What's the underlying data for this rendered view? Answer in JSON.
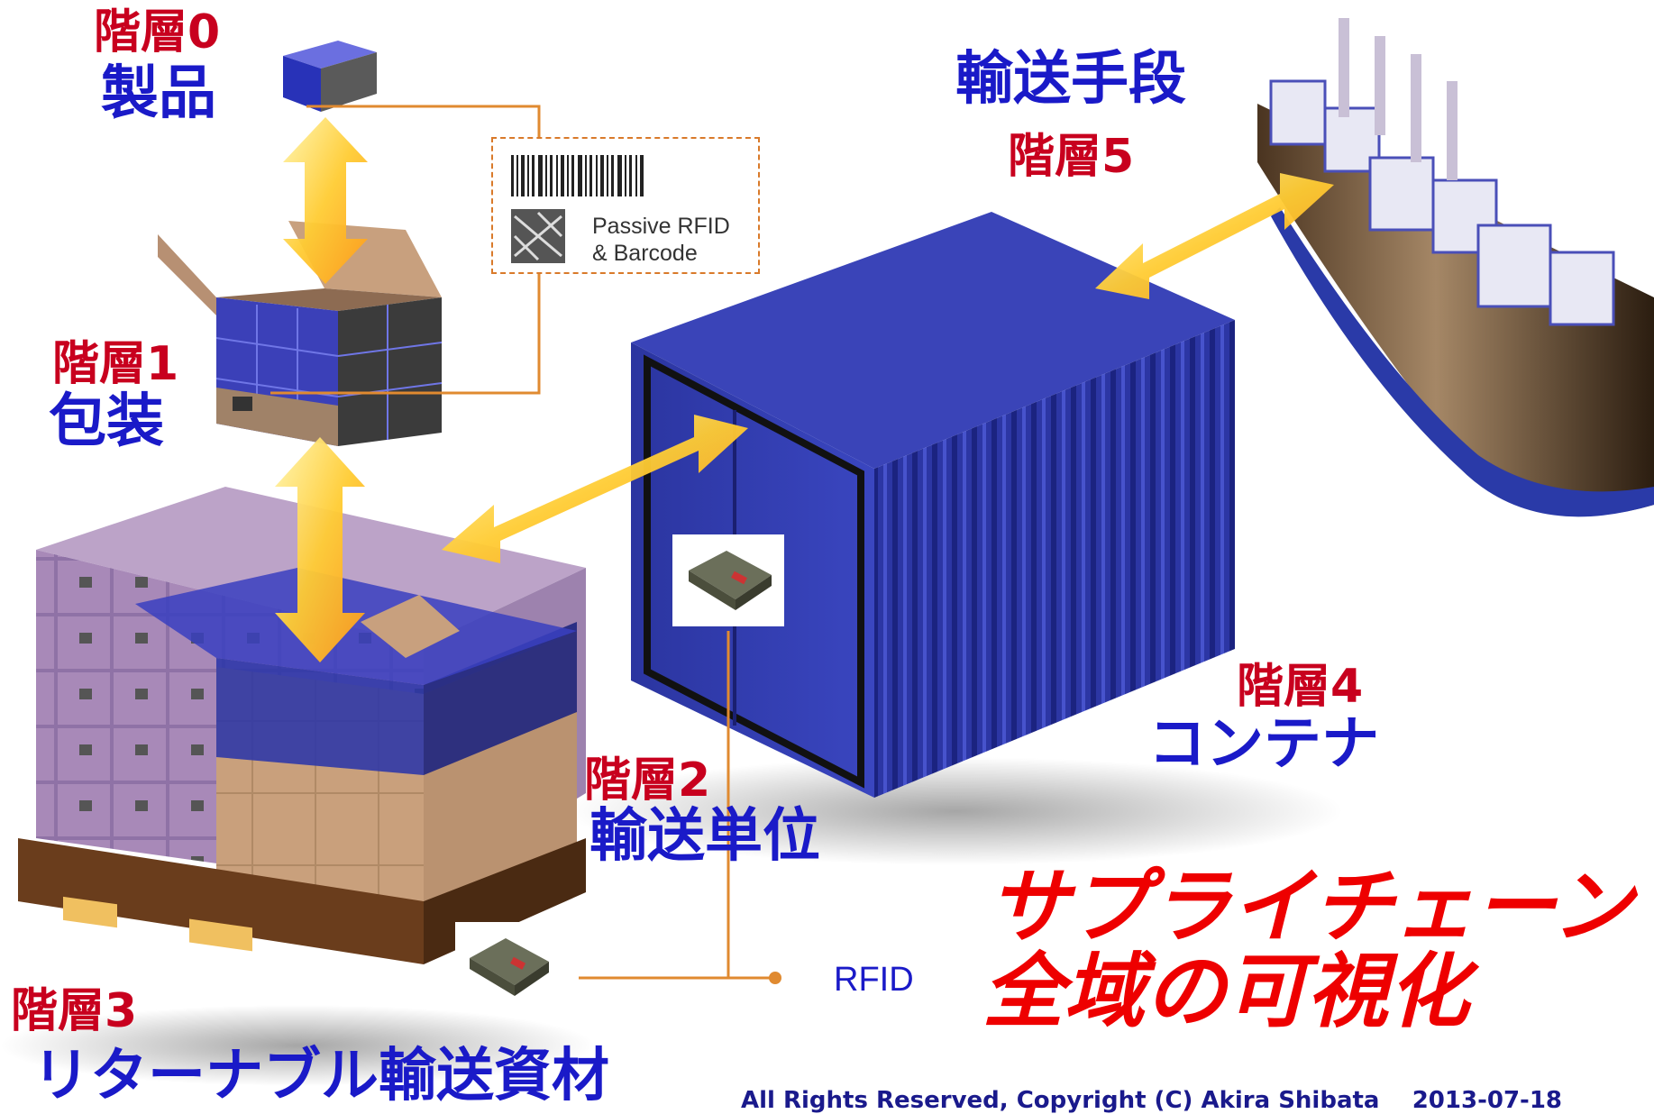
{
  "levels": {
    "l0": {
      "level": "階層0",
      "name": "製品"
    },
    "l1": {
      "level": "階層1",
      "name": "包装"
    },
    "l2": {
      "level": "階層2",
      "name": "輸送単位"
    },
    "l3": {
      "level": "階層3",
      "name": "リターナブル輸送資材"
    },
    "l4": {
      "level": "階層4",
      "name": "コンテナ"
    },
    "l5": {
      "level": "階層5",
      "name": "輸送手段"
    }
  },
  "tag_box": {
    "line1": "Passive RFID",
    "line2": "& Barcode"
  },
  "rfid_label": "RFID",
  "slogan": {
    "line1": "サプライチェーン",
    "line2": "全域の可視化"
  },
  "footer": {
    "copyright": "All Rights Reserved, Copyright (C) Akira Shibata",
    "date": "2013-07-18"
  },
  "colors": {
    "level_red": "#c8001e",
    "name_blue": "#1a1ac8",
    "slogan_red": "#ee0000",
    "container_blue": "#2e38a8",
    "arrow_yellow": "#ffcc33",
    "leader_orange": "#e08a30"
  },
  "icons": [
    "product-box-icon",
    "open-carton-icon",
    "pallet-icon",
    "shipping-container-icon",
    "cargo-ship-icon",
    "rfid-tag-icon",
    "barcode-icon"
  ]
}
